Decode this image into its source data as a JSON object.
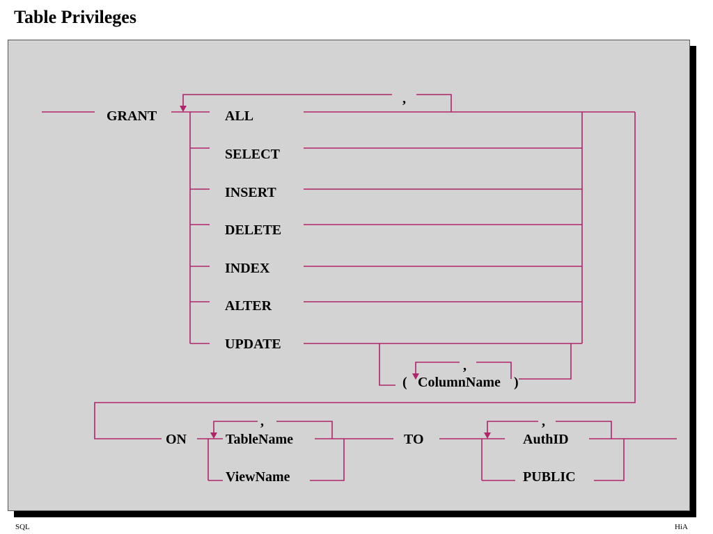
{
  "title": "Table Privileges",
  "colors": {
    "line": "#b0246b",
    "panel": "#d3d3d3"
  },
  "keywords": {
    "grant": "GRANT",
    "privileges": [
      "ALL",
      "SELECT",
      "INSERT",
      "DELETE",
      "INDEX",
      "ALTER",
      "UPDATE"
    ],
    "on": "ON",
    "to": "TO",
    "table_name": "TableName",
    "view_name": "ViewName",
    "auth_id": "AuthID",
    "public": "PUBLIC",
    "column_name": "ColumnName",
    "open_paren": "(",
    "close_paren": ")",
    "comma": ","
  },
  "footer": {
    "left": "SQL",
    "right": "HiA"
  }
}
